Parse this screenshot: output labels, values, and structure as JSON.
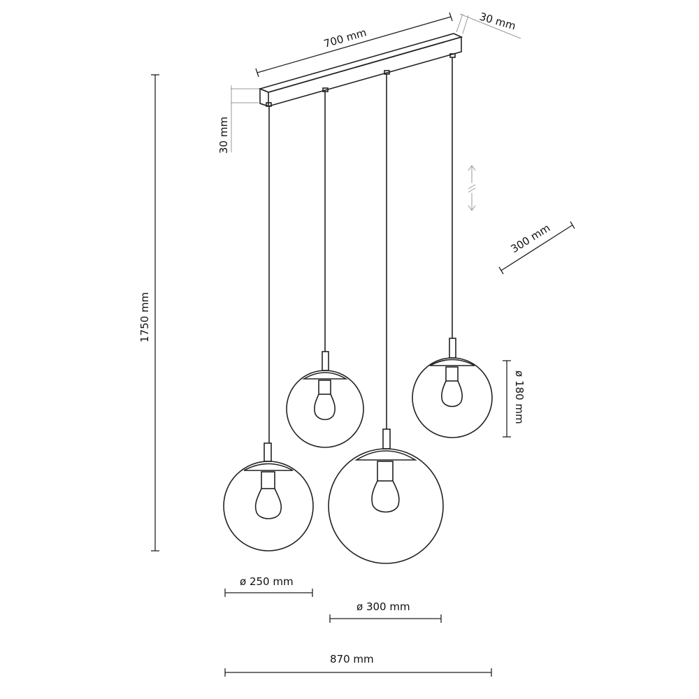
{
  "dimensions": {
    "bar_length": "700 mm",
    "bar_depth": "30 mm",
    "bar_height": "30 mm",
    "total_height": "1750 mm",
    "adjustable_cable": "300 mm",
    "small_globe": "ø 180 mm",
    "medium_globe": "ø 250 mm",
    "large_globe": "ø 300 mm",
    "total_width": "870 mm"
  }
}
